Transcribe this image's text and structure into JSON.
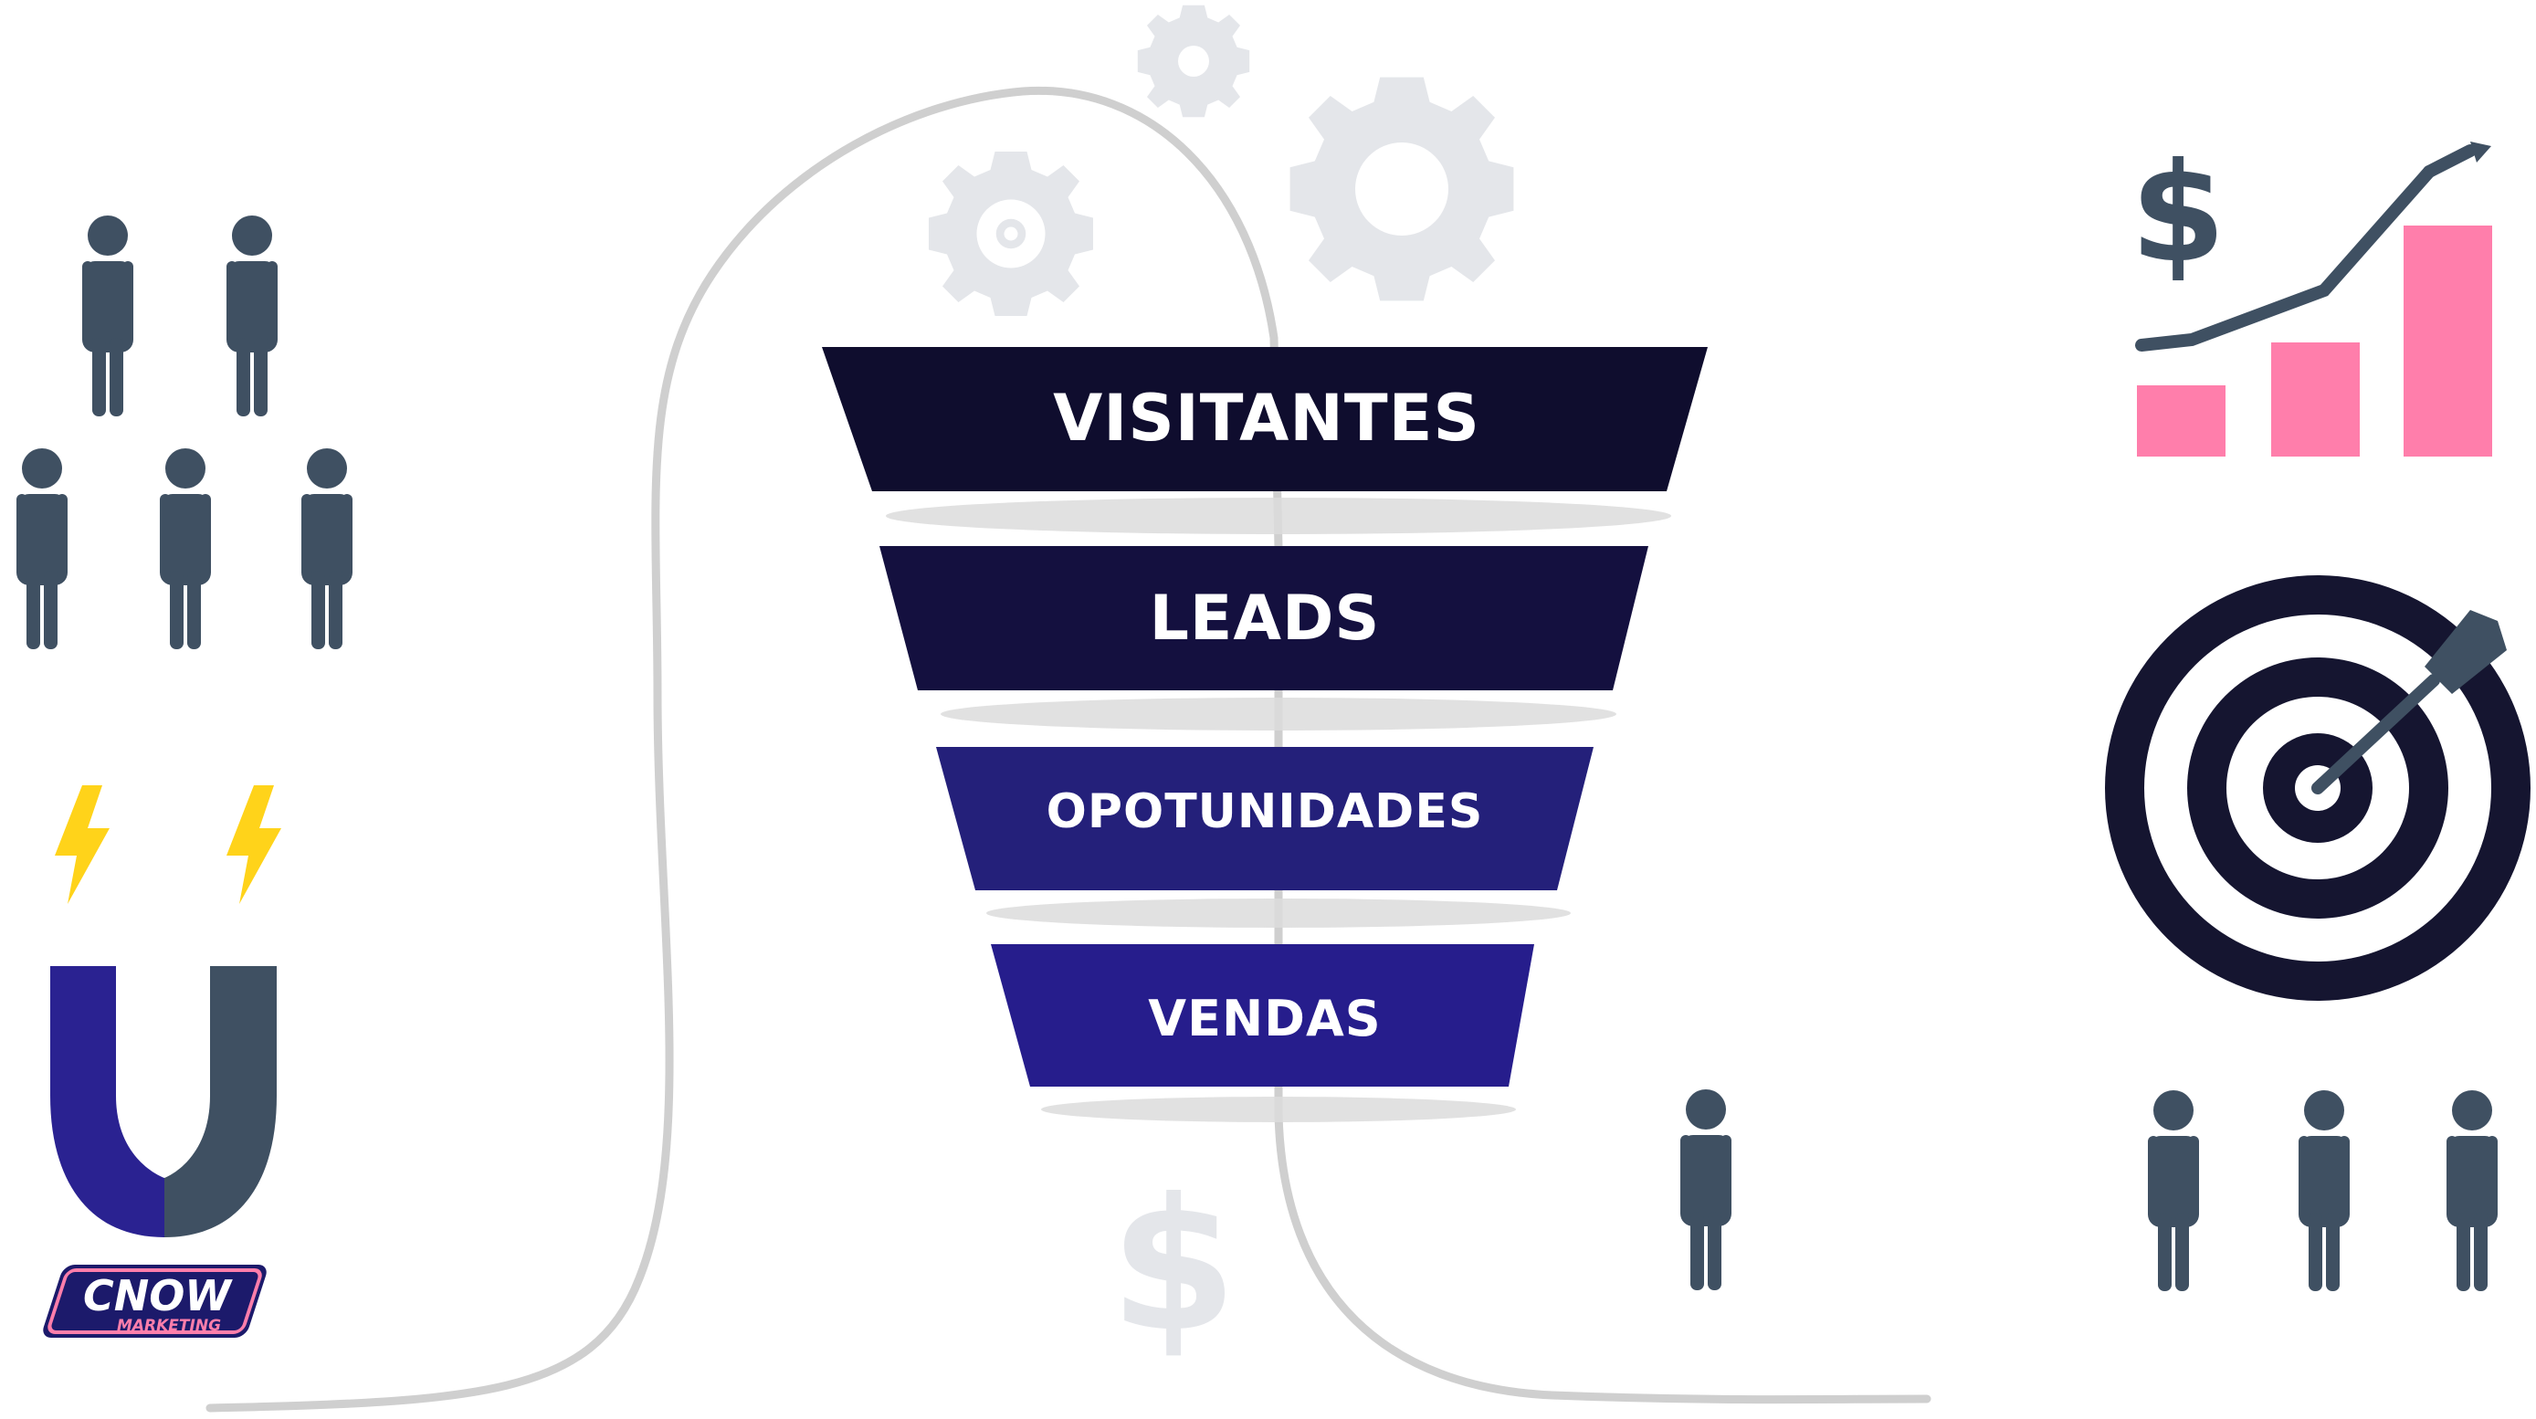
{
  "funnel": {
    "stages": [
      {
        "label": "VISITANTES",
        "color": "#0f0d2e"
      },
      {
        "label": "LEADS",
        "color": "#14103f"
      },
      {
        "label": "OPOTUNIDADES",
        "color": "#24207a"
      },
      {
        "label": "VENDAS",
        "color": "#261d8c"
      }
    ]
  },
  "logo": {
    "brand": "CNOW",
    "tagline": "MARKETING"
  },
  "colors": {
    "person": "#3f5062",
    "gear": "#e4e6ea",
    "path": "#cfcfcf",
    "bar_pink": "#ff7eab",
    "bolt": "#ffd31a",
    "magnet_left": "#2a2291",
    "magnet_right": "#3f5062",
    "target": "#151530"
  },
  "icons": [
    "person-icon",
    "gear-icon",
    "dollar-icon",
    "magnet-icon",
    "lightning-icon",
    "target-icon",
    "dart-icon",
    "bar-chart-icon",
    "trend-line-icon",
    "brand-logo"
  ]
}
